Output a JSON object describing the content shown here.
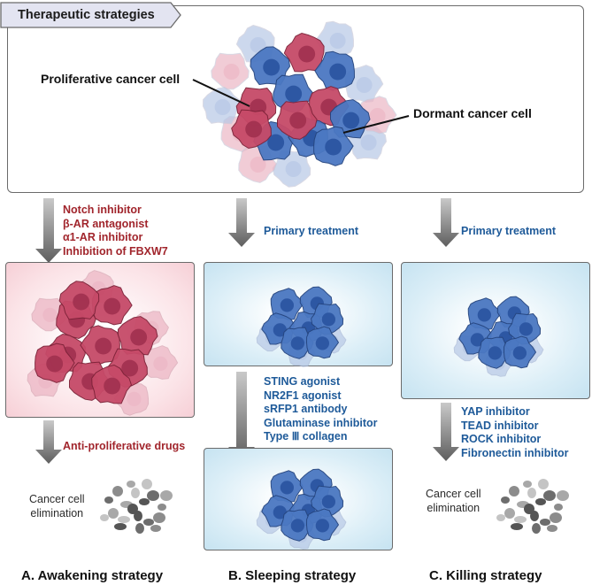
{
  "header": {
    "tag_label": "Therapeutic strategies",
    "proliferative_label": "Proliferative cancer cell",
    "dormant_label": "Dormant cancer cell"
  },
  "awakening": {
    "drugs": [
      "Notch inhibitor",
      "β-AR antagonist",
      "α1-AR inhibitor",
      "Inhibition of FBXW7"
    ],
    "secondary_label": "Anti-proliferative drugs",
    "elimination_label": [
      "Cancer cell",
      "elimination"
    ],
    "title": "A. Awakening strategy"
  },
  "sleeping": {
    "primary_label": "Primary treatment",
    "drugs": [
      "STING agonist",
      "NR2F1 agonist",
      "sRFP1 antibody",
      "Glutaminase inhibitor",
      "Type Ⅲ collagen"
    ],
    "title": "B. Sleeping strategy"
  },
  "killing": {
    "primary_label": "Primary treatment",
    "drugs": [
      "YAP inhibitor",
      "TEAD inhibitor",
      "ROCK inhibitor",
      "Fibronectin inhibitor"
    ],
    "elimination_label": [
      "Cancer cell",
      "elimination"
    ],
    "title": "C. Killing strategy"
  },
  "colors": {
    "proliferative": "#c0435f",
    "dormant": "#3f6fb8",
    "arrow": "#6e6e6e",
    "drug_red": "#a1252c",
    "drug_blue": "#1e5a99"
  }
}
